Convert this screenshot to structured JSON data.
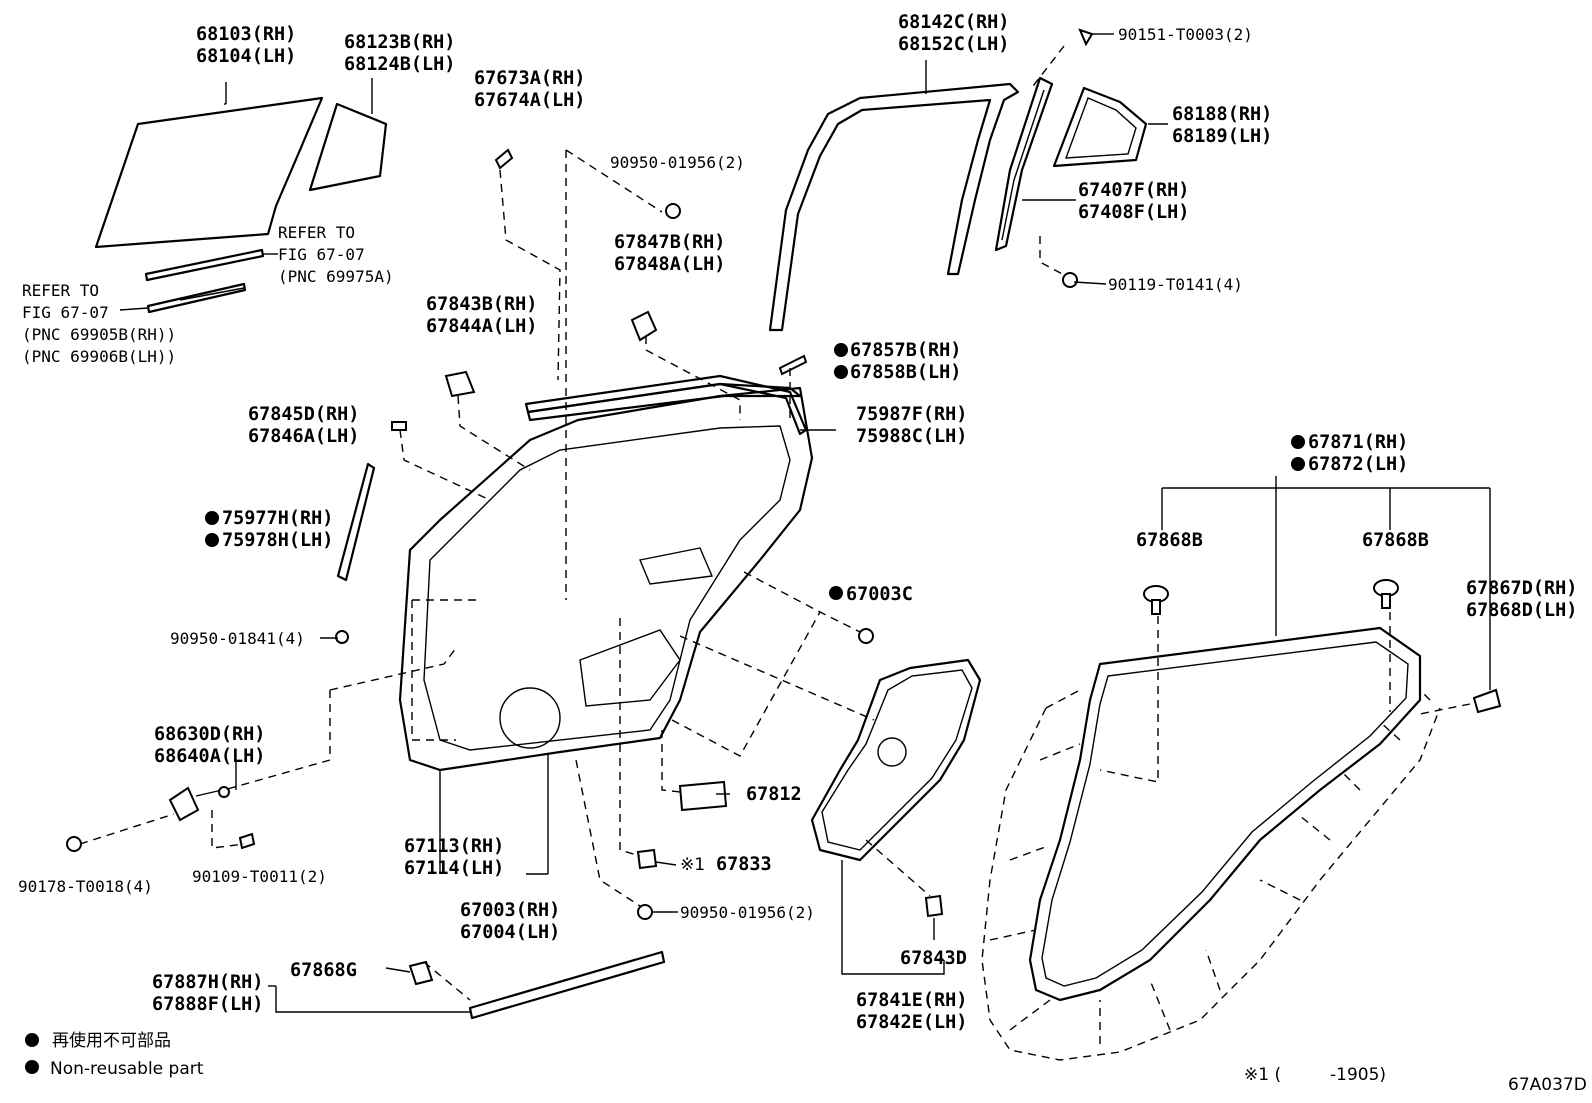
{
  "labels": {
    "l68103": "68103(RH)",
    "l68104": "68104(LH)",
    "l68123": "68123B(RH)",
    "l68124": "68124B(LH)",
    "l67673": "67673A(RH)",
    "l67674": "67674A(LH)",
    "l90950a": "90950-01956(2)",
    "l68142": "68142C(RH)",
    "l68152": "68152C(LH)",
    "l90151": "90151-T0003(2)",
    "l68188": "68188(RH)",
    "l68189": "68189(LH)",
    "l67407": "67407F(RH)",
    "l67408": "67408F(LH)",
    "l90119": "90119-T0141(4)",
    "ref1a": "REFER TO",
    "ref1b": "FIG 67-07",
    "ref1c": "(PNC 69975A)",
    "ref2a": "REFER TO",
    "ref2b": "FIG 67-07",
    "ref2c": "(PNC 69905B(RH))",
    "ref2d": "(PNC 69906B(LH))",
    "l67847": "67847B(RH)",
    "l67848": "67848A(LH)",
    "l67843b": "67843B(RH)",
    "l67844": "67844A(LH)",
    "l67857": "67857B(RH)",
    "l67858": "67858B(LH)",
    "l67845": "67845D(RH)",
    "l67846": "67846A(LH)",
    "l75987": "75987F(RH)",
    "l75988": "75988C(LH)",
    "l67871": "67871(RH)",
    "l67872": "67872(LH)",
    "l75977": "75977H(RH)",
    "l75978": "75978H(LH)",
    "l67868b1": "67868B",
    "l67868b2": "67868B",
    "l67003c": "67003C",
    "l67867": "67867D(RH)",
    "l67868d": "67868D(LH)",
    "l90950b": "90950-01841(4)",
    "l68630": "68630D(RH)",
    "l68640": "68640A(LH)",
    "l67812": "67812",
    "l67113": "67113(RH)",
    "l67114": "67114(LH)",
    "l67833": "67833",
    "l67833mark": "※1",
    "l90178": "90178-T0018(4)",
    "l90109": "90109-T0011(2)",
    "l67003": "67003(RH)",
    "l67004": "67004(LH)",
    "l90950c": "90950-01956(2)",
    "l67843d": "67843D",
    "l67887": "67887H(RH)",
    "l67888": "67888F(LH)",
    "l67868g": "67868G",
    "l67841": "67841E(RH)",
    "l67842": "67842E(LH)"
  },
  "legend": {
    "jp": "再使用不可部品",
    "en": "Non-reusable part"
  },
  "footnote": {
    "mark": "※1 (",
    "range": "-1905)"
  },
  "figure_code": "67A037D"
}
